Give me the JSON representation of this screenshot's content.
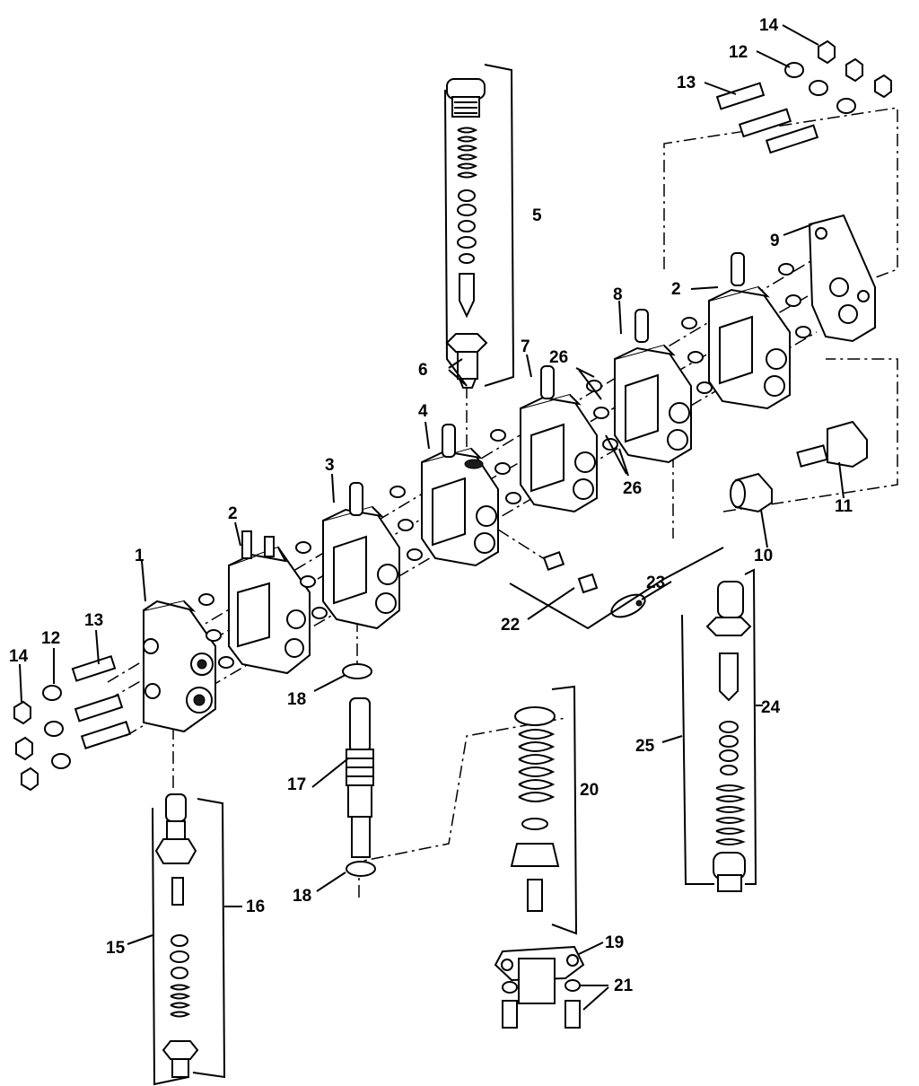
{
  "callouts": {
    "c1": "1",
    "c2a": "2",
    "c2b": "2",
    "c3": "3",
    "c4": "4",
    "c5": "5",
    "c6": "6",
    "c7": "7",
    "c8": "8",
    "c9": "9",
    "c10": "10",
    "c11": "11",
    "c12a": "12",
    "c12b": "12",
    "c13a": "13",
    "c13b": "13",
    "c14a": "14",
    "c14b": "14",
    "c15": "15",
    "c16": "16",
    "c17": "17",
    "c18a": "18",
    "c18b": "18",
    "c19": "19",
    "c20": "20",
    "c21": "21",
    "c22": "22",
    "c23": "23",
    "c24": "24",
    "c25": "25",
    "c26a": "26",
    "c26b": "26"
  }
}
